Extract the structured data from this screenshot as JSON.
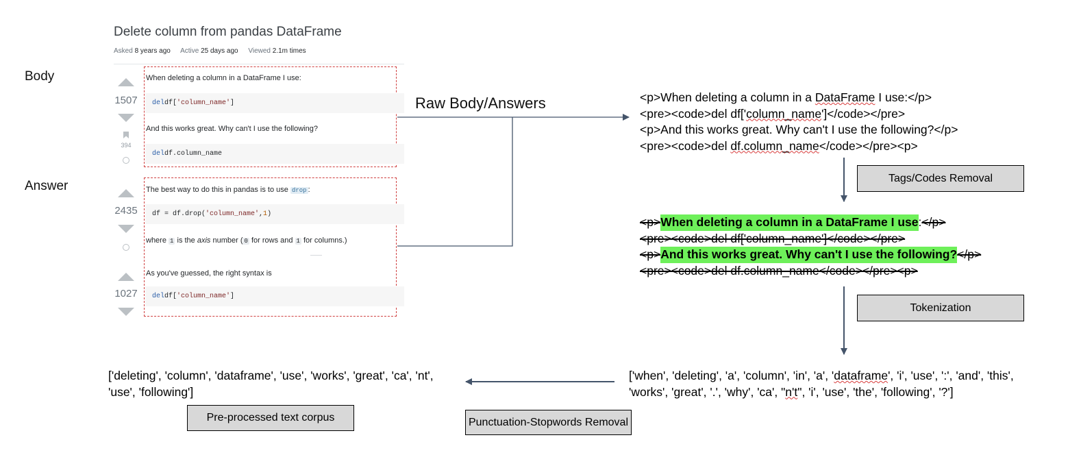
{
  "question": {
    "title": "Delete column from pandas DataFrame",
    "meta": [
      {
        "label": "Asked",
        "value": "8 years ago"
      },
      {
        "label": "Active",
        "value": "25 days ago"
      },
      {
        "label": "Viewed",
        "value": "2.1m times"
      }
    ],
    "votes": "1507",
    "bookmarks": "394",
    "body_text_1": "When deleting a column in a DataFrame I use:",
    "code_1": {
      "kw": "del",
      "a": " df[",
      "str": "'column_name'",
      "b": "]"
    },
    "body_text_2": "And this works great. Why can't I use the following?",
    "code_2": {
      "kw": "del",
      "rest": " df.column_name"
    }
  },
  "labels": {
    "body": "Body",
    "answer": "Answer",
    "raw": "Raw Body/Answers"
  },
  "answers": [
    {
      "votes": "2435",
      "text_1_before": "The best way to do this in pandas is to use ",
      "text_1_code": "drop",
      "text_1_after": ":",
      "code": {
        "a": "df = df.drop(",
        "str": "'column_name'",
        "b": ", ",
        "num": "1",
        "c": ")"
      },
      "text_2": {
        "p1": "where ",
        "c1": "1",
        "p2": " is the ",
        "em": "axis",
        "p3": " number (",
        "c2": "0",
        "p4": " for rows and ",
        "c3": "1",
        "p5": " for columns.)"
      }
    },
    {
      "votes": "1027",
      "text": "As you've guessed, the right syntax is",
      "code": {
        "kw": "del",
        "a": " df[",
        "str": "'column_name'",
        "b": "]"
      }
    }
  ],
  "raw_html": {
    "l1_a": "<p>When deleting a column in a ",
    "l1_sq": "DataFrame",
    "l1_b": " I use:</p>",
    "l2_a": "<pre><code>del df['",
    "l2_sq": "column_name",
    "l2_b": "']</code></pre>",
    "l3": "<p>And this works great. Why can't I use the following?</p>",
    "l4_a": "<pre><code>del ",
    "l4_sq": "df.column_name",
    "l4_b": "</code></pre><p>"
  },
  "steps": {
    "tags_removal": "Tags/Codes Removal",
    "tokenization": "Tokenization",
    "punct_removal": "Punctuation-Stopwords Removal",
    "corpus": "Pre-processed text corpus"
  },
  "clean_html": {
    "l1_s1": "<p>",
    "l1_hl": "When deleting a column in a DataFrame I use",
    "l1_colon": ":",
    "l1_s2": "</p>",
    "l2": "<pre><code>del df['column_name']</code></pre>",
    "l3_s1": "<p>",
    "l3_hl": "And this works great. Why can't I use the following?",
    "l3_s2": "</p>",
    "l4": "<pre><code>del df.column_name</code></pre><p>"
  },
  "tokens": {
    "l1_a": "['when', 'deleting', 'a', 'column', 'in', 'a', '",
    "l1_sq": "dataframe",
    "l1_b": "', 'i', 'use', ':', 'and', 'this',",
    "l2_a": "'works', 'great', '.', 'why', 'ca', \"",
    "l2_sq": "n't",
    "l2_b": "\", 'i', 'use', 'the', 'following', '?']"
  },
  "corpus": {
    "l1": "['deleting', 'column', 'dataframe', 'use', 'works', 'great', 'ca', 'nt',",
    "l2": "'use', 'following']"
  },
  "colors": {
    "highlight": "#6ef05a",
    "box_fill": "#d8d8d8",
    "dashed_border": "#d04040",
    "connector": "#44546a",
    "spell_squiggle": "#d83b3b"
  }
}
